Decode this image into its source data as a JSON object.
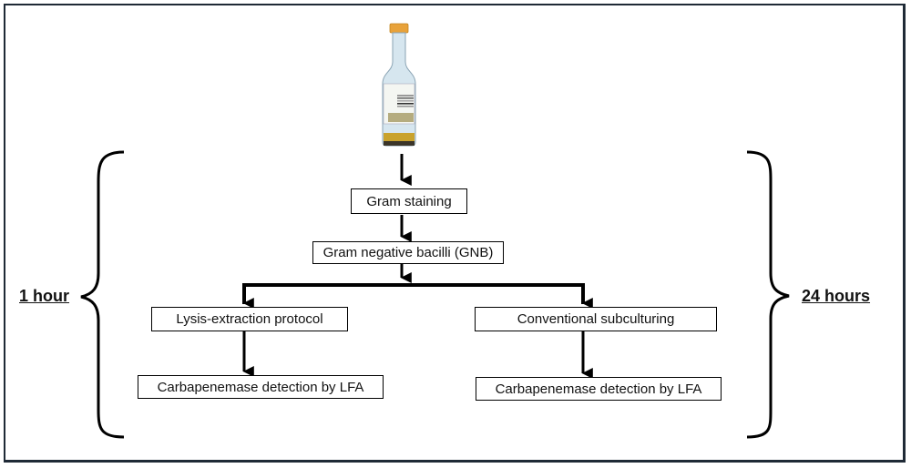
{
  "diagram": {
    "type": "flowchart",
    "sample_icon": "blood-culture-bottle-icon",
    "nodes": {
      "gram_staining": "Gram staining",
      "gnb": "Gram negative bacilli (GNB)",
      "lysis": "Lysis-extraction protocol",
      "subculture": "Conventional subculturing",
      "lfa_left": "Carbapenemase detection by LFA",
      "lfa_right": "Carbapenemase detection by LFA"
    },
    "edges": [
      [
        "sample",
        "gram_staining"
      ],
      [
        "gram_staining",
        "gnb"
      ],
      [
        "gnb",
        "lysis"
      ],
      [
        "gnb",
        "subculture"
      ],
      [
        "lysis",
        "lfa_left"
      ],
      [
        "subculture",
        "lfa_right"
      ]
    ],
    "time_labels": {
      "left": "1 hour",
      "right": "24 hours"
    },
    "colors": {
      "frame": "#1f2a36",
      "lines": "#000000",
      "bottle_cap": "#e8a23a",
      "bottle_glass": "#d6e6ef",
      "bottle_label_band": "#b5ac7f",
      "bottle_liquid": "#c9a22c"
    }
  }
}
